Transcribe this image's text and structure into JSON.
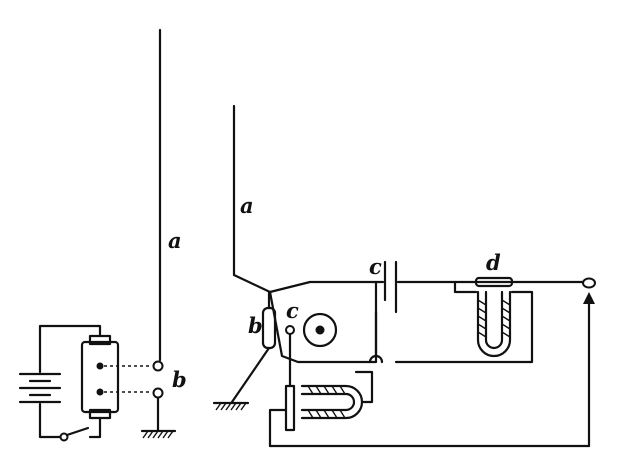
{
  "diagram": {
    "left_circuit": {
      "antenna_label": "a",
      "terminal_label": "b"
    },
    "right_circuit": {
      "antenna_label": "a",
      "coherer_label": "b",
      "contact_label": "c",
      "condenser_label": "c",
      "relay_label": "d"
    }
  }
}
